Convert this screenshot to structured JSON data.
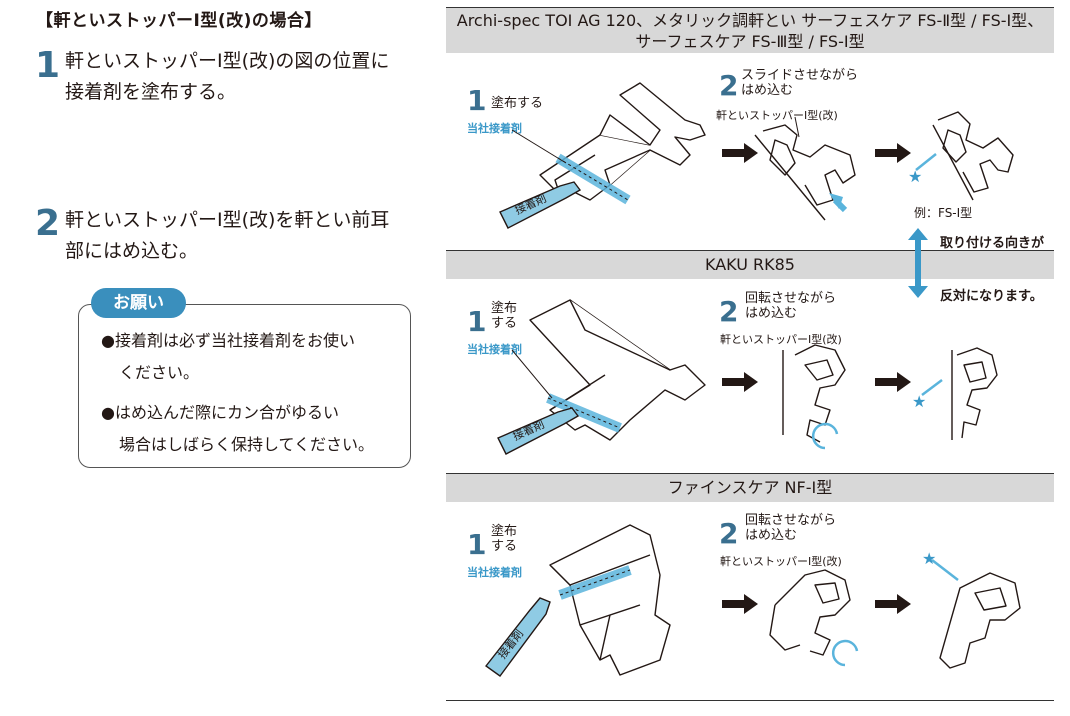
{
  "left": {
    "title": "【軒といストッパーI型(改)の場合】",
    "step1": {
      "num": "1",
      "line1": "軒といストッパーI型(改)の図の位置に",
      "line2": "接着剤を塗布する。"
    },
    "step2": {
      "num": "2",
      "line1": "軒といストッパーI型(改)を軒とい前耳",
      "line2": "部にはめ込む。"
    },
    "note": {
      "tag": "お願い",
      "item1_line1": "●接着剤は必ず当社接着剤をお使い",
      "item1_line2": "ください。",
      "item2_line1": "●はめ込んだ際にカン合がゆるい",
      "item2_line2": "場合はしばらく保持してください。"
    }
  },
  "right": {
    "section1": {
      "header_line1": "Archi-spec TOI AG 120、メタリック調軒とい サーフェスケア FS-Ⅱ型 / FS-Ⅰ型、",
      "header_line2": "サーフェスケア FS-Ⅲ型 / FS-Ⅰ型",
      "step1_num": "1",
      "step1_label": "塗布する",
      "company_adhesive": "当社接着剤",
      "tube_label": "接着剤",
      "step2_num": "2",
      "step2_line1": "スライドさせながら",
      "step2_line2": "はめ込む",
      "part_label": "軒といストッパーI型(改)",
      "example_label": "例：FS-Ⅰ型",
      "side_note_line1": "取り付ける向きが",
      "side_note_line2": "反対になります。"
    },
    "section2": {
      "header": "KAKU RK85",
      "step1_num": "1",
      "step1_line1": "塗布",
      "step1_line2": "する",
      "company_adhesive": "当社接着剤",
      "tube_label": "接着剤",
      "step2_num": "2",
      "step2_line1": "回転させながら",
      "step2_line2": "はめ込む",
      "part_label": "軒といストッパーI型(改)"
    },
    "section3": {
      "header": "ファインスケア NF-I型",
      "step1_num": "1",
      "step1_line1": "塗布",
      "step1_line2": "する",
      "company_adhesive": "当社接着剤",
      "tube_label": "接着剤",
      "step2_num": "2",
      "step2_line1": "回転させながら",
      "step2_line2": "はめ込む",
      "part_label": "軒といストッパーI型(改)"
    }
  },
  "colors": {
    "accent_blue": "#3a98c8",
    "step_number": "#3a6f8f",
    "band_gray": "#d8d8d8",
    "tube_fill": "#8fcbe4"
  }
}
